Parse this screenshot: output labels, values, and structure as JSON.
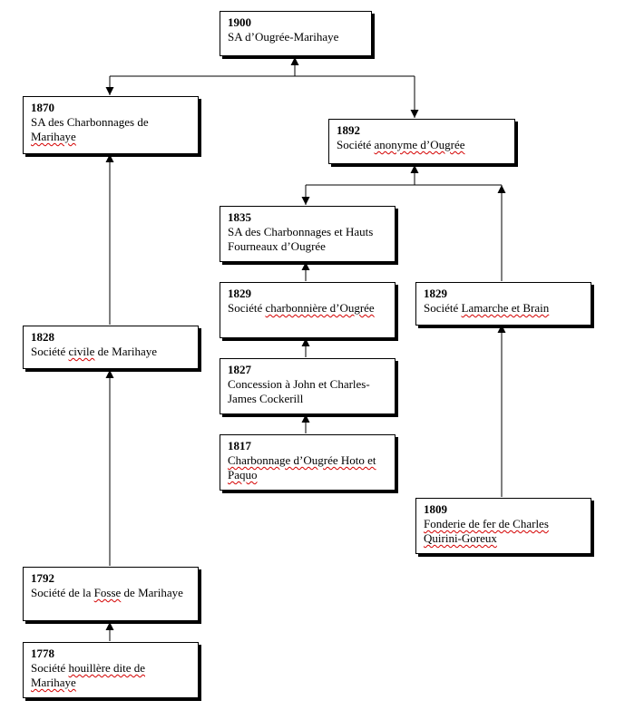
{
  "nodes": {
    "n1900": {
      "year": "1900",
      "pre": "SA d’Ougrée-Marihaye",
      "sq": "",
      "post": ""
    },
    "n1870": {
      "year": "1870",
      "pre": "SA des Charbonnages de ",
      "sq": "Marihaye",
      "post": ""
    },
    "n1892": {
      "year": "1892",
      "pre": "Société ",
      "sq": "anonyme d’Ougrée",
      "post": ""
    },
    "n1835": {
      "year": "1835",
      "pre": "SA des Charbonnages et Hauts Fourneaux d’Ougrée",
      "sq": "",
      "post": ""
    },
    "n1829a": {
      "year": "1829",
      "pre": "Société ",
      "sq": "charbonnière d’Ougrée",
      "post": ""
    },
    "n1829b": {
      "year": "1829",
      "pre": "Société ",
      "sq": "Lamarche et Brain",
      "post": ""
    },
    "n1828": {
      "year": "1828",
      "pre": "Société ",
      "sq": "civile",
      "post": " de Marihaye"
    },
    "n1827": {
      "year": "1827",
      "pre": "Concession à John et Charles-James Cockerill",
      "sq": "",
      "post": ""
    },
    "n1817": {
      "year": "1817",
      "pre": "",
      "sq": "Charbonnage d’Ougrée Hoto et Paquo",
      "post": ""
    },
    "n1809": {
      "year": "1809",
      "pre": "",
      "sq": "Fonderie de fer de Charles Quirini-Goreux",
      "post": ""
    },
    "n1792": {
      "year": "1792",
      "pre": "Société de la ",
      "sq": "Fosse",
      "post": " de Marihaye"
    },
    "n1778": {
      "year": "1778",
      "pre": "Société ",
      "sq": "houillère dite de Marihaye",
      "post": ""
    }
  }
}
